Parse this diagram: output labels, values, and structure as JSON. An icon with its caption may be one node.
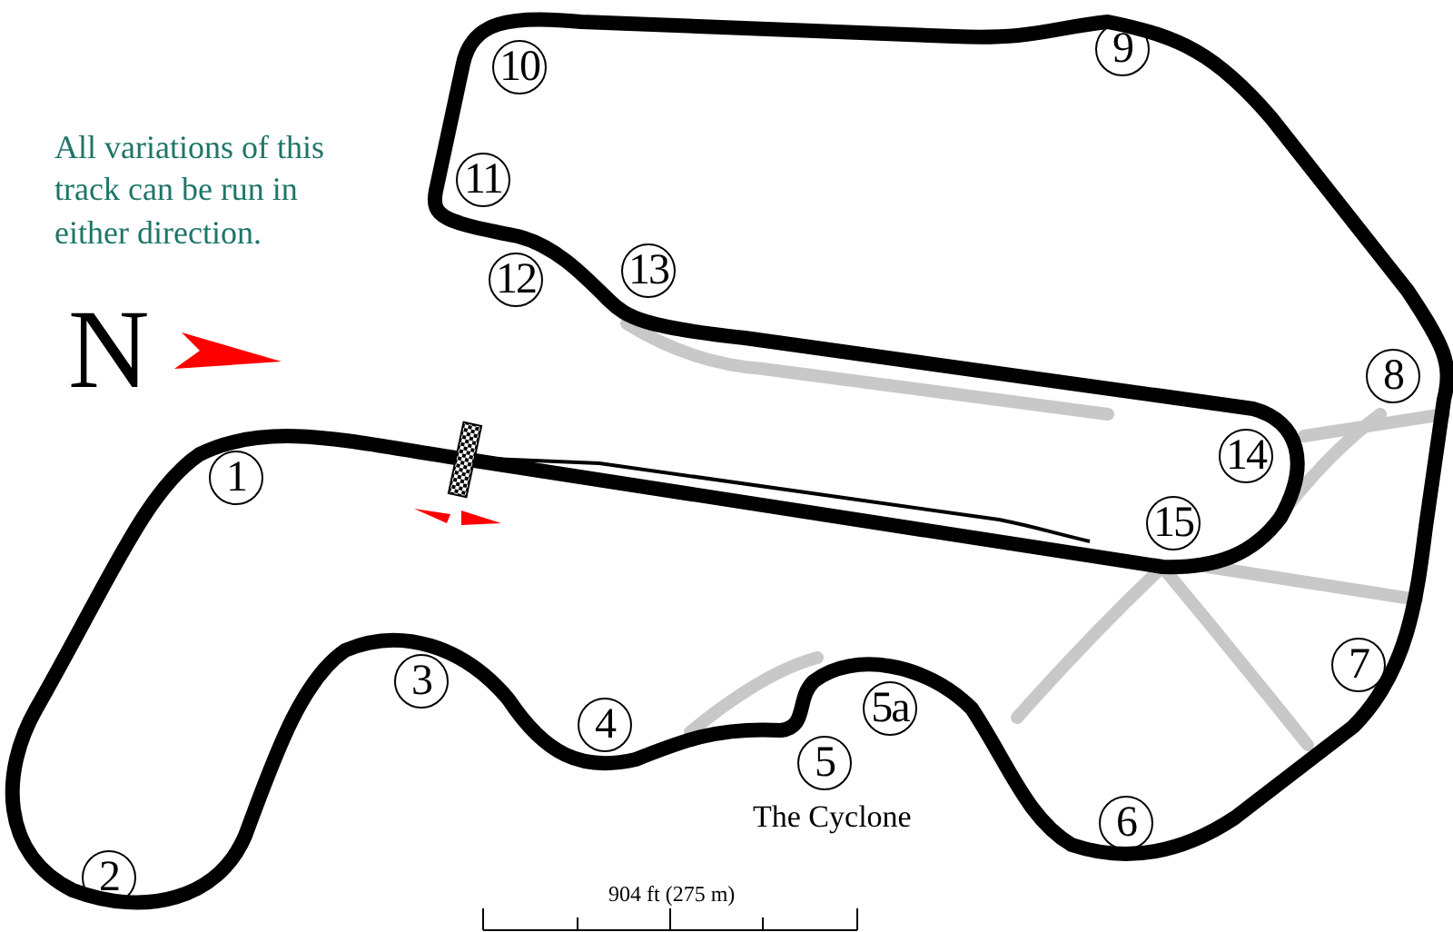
{
  "diagram": {
    "labels": [
      "All variations of this track can be run in either direction.",
      "9",
      "10",
      "11",
      "13",
      "12",
      "N",
      "8",
      "14",
      "1",
      "15",
      "7",
      "3",
      "5a",
      "4",
      "5",
      "The Cyclone",
      "6",
      "2",
      "904 ft (275 m)"
    ]
  }
}
